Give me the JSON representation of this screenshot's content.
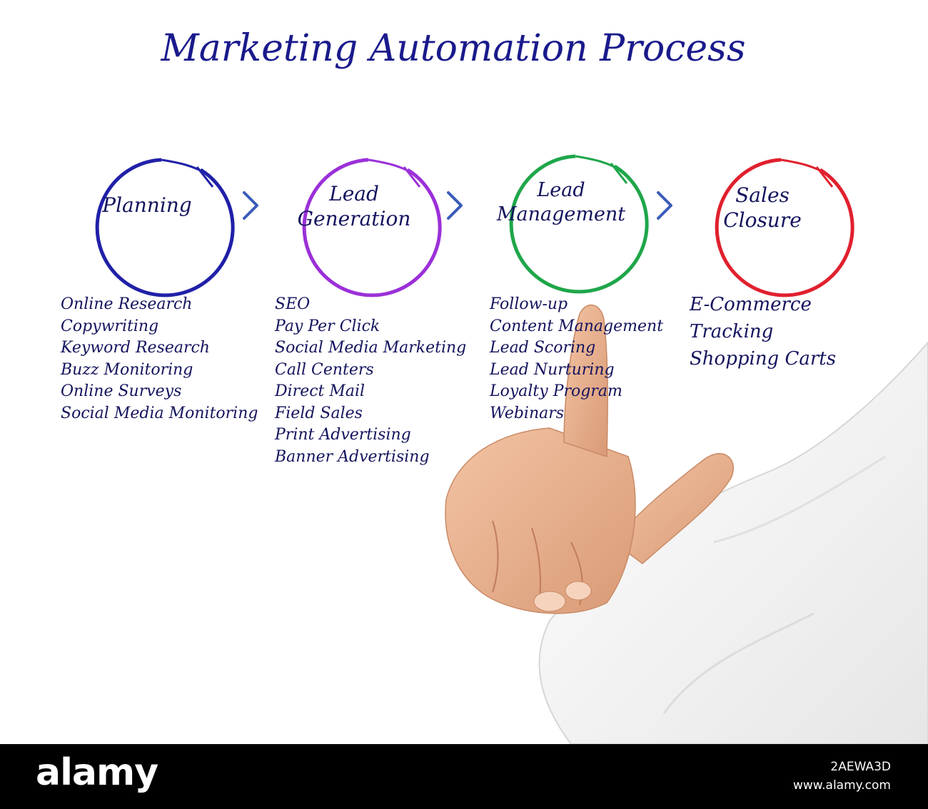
{
  "title": "Marketing Automation Process",
  "stages": [
    {
      "lines": [
        "Planning"
      ],
      "color": "#2020a8",
      "items": [
        "Online Research",
        "Copywriting",
        "Keyword Research",
        "Buzz Monitoring",
        "Online Surveys",
        "Social Media Monitoring"
      ]
    },
    {
      "lines": [
        "Lead",
        "Generation"
      ],
      "color": "#9b30d8",
      "items": [
        "SEO",
        "Pay Per Click",
        "Social Media Marketing",
        "Call Centers",
        "Direct Mail",
        "Field Sales",
        "Print Advertising",
        "Banner Advertising"
      ]
    },
    {
      "lines": [
        "Lead",
        "Management"
      ],
      "color": "#1fa64a",
      "items": [
        "Follow-up",
        "Content Management",
        "Lead Scoring",
        "Lead Nurturing",
        "Loyalty Program",
        "Webinars"
      ]
    },
    {
      "lines": [
        "Sales",
        "Closure"
      ],
      "color": "#e0202e",
      "items": [
        "E-Commerce",
        "Tracking",
        "Shopping Carts"
      ]
    }
  ],
  "arrow_color": "#3a5bb8",
  "watermark": {
    "logo": "alamy",
    "image_id": "2AEWA3D",
    "site": "www.alamy.com"
  }
}
